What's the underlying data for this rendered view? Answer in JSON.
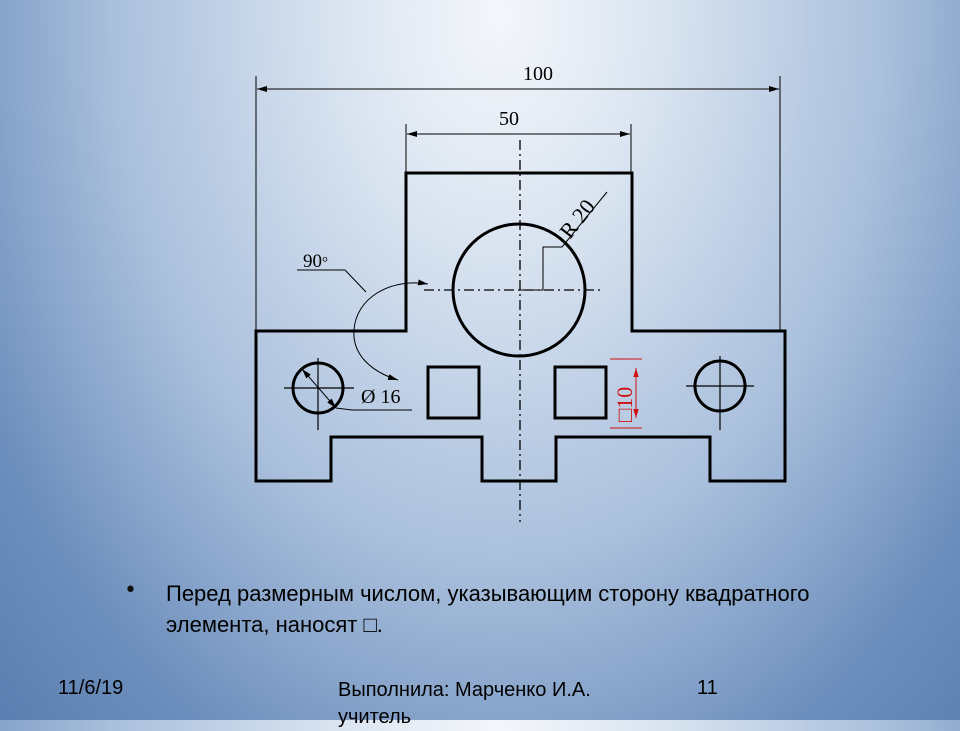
{
  "drawing": {
    "dim_overall": "100",
    "dim_top": "50",
    "dim_radius": "R 20",
    "dim_angle": "90",
    "dim_angle_unit": "°",
    "dim_diameter": "Ø 16",
    "dim_square": "□10"
  },
  "slide": {
    "bullet_marker": "•",
    "text": "Перед размерным числом, указывающим сторону квадратного элемента, наносят □.",
    "footer_date": "11/6/19",
    "footer_author": "Выполнила: Марченко И.А. учитель",
    "footer_page": "11"
  }
}
